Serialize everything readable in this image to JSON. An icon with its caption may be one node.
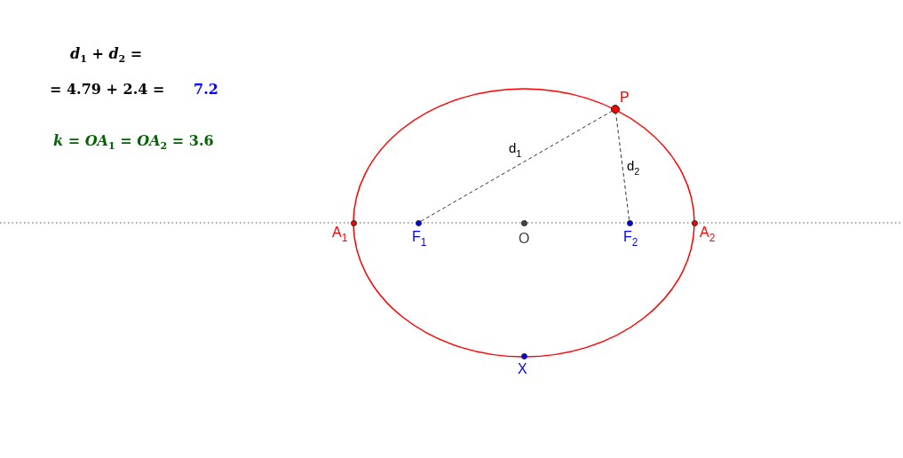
{
  "diagram": {
    "nodes": [
      {
        "text": [
          "P"
        ]
      },
      {
        "text": [
          "A$_{1}$"
        ]
      },
      {
        "text": [
          "F$_{1}$"
        ]
      },
      {
        "text": [
          "O"
        ]
      },
      {
        "text": [
          "F$_{2}$"
        ]
      },
      {
        "text": [
          "A$_{2}$"
        ]
      },
      {
        "text": [
          "X"
        ]
      }
    ],
    "edges": [
      {
        "from": 2,
        "to": 0,
        "arrow": "none",
        "style": "dashed",
        "label": "d$_{1}$"
      },
      {
        "from": 4,
        "to": 0,
        "arrow": "none",
        "style": "dashed",
        "label": "d$_{2}$"
      }
    ],
    "labels": [
      "*d*$_{1}$ + *d*$_{2}$ =",
      "= 4.79 + 2.4 =",
      "7.2",
      "*k* = *OA*$_{1}$ = *OA*$_{2}$ = 3.6"
    ]
  }
}
